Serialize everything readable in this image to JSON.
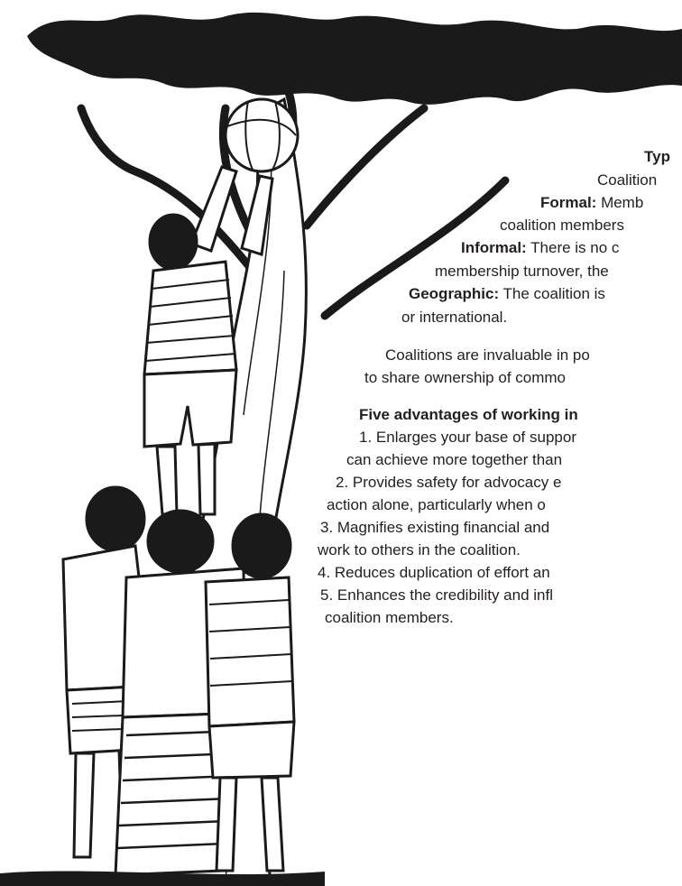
{
  "types": {
    "heading": "Typ",
    "intro": "Coalition",
    "formal": {
      "label": "Formal:",
      "text": " Memb"
    },
    "formal_cont": "coalition members",
    "informal": {
      "label": "Informal:",
      "text": " There is no c"
    },
    "informal_cont": "membership turnover, the",
    "geographic": {
      "label": "Geographic:",
      "text": " The coalition is"
    },
    "geographic_cont": "or international."
  },
  "value_statement": {
    "line1": "Coalitions are invaluable in po",
    "line2": "to share ownership of commo"
  },
  "advantages": {
    "heading": "Five advantages of working in",
    "items": [
      "1. Enlarges your base of suppor",
      "can achieve more together than",
      "2. Provides safety for advocacy e",
      "action alone, particularly when o",
      "3. Magnifies existing financial and",
      "work to others in the coalition.",
      "4. Reduces duplication of effort an",
      "5. Enhances the credibility and infl",
      "coalition members."
    ]
  },
  "illustration": {
    "icon": "children-climbing-tree-illustration",
    "colors": {
      "ink": "#1a1a1a",
      "paper": "#ffffff"
    }
  }
}
